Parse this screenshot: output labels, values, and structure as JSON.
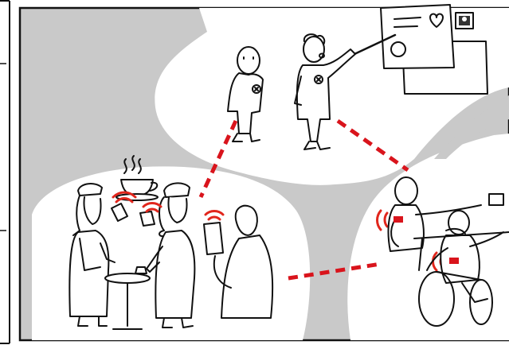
{
  "illustration": {
    "colors": {
      "background_gray": "#c9c9c9",
      "bubble_white": "#ffffff",
      "ink": "#111111",
      "network_red": "#d9141c",
      "signal_red": "#e1261c"
    },
    "scenes": [
      {
        "id": "presentation",
        "icons": [
          "document-heart-icon",
          "photo-icon",
          "pointer-stick-icon"
        ]
      },
      {
        "id": "nurses-break",
        "icons": [
          "coffee-cup-icon",
          "steam-icon",
          "wireless-signal-icon",
          "tablet-icon"
        ]
      },
      {
        "id": "rehab-patients",
        "icons": [
          "wheelchair-icon",
          "wireless-signal-icon"
        ]
      }
    ],
    "connections": [
      "presentation-to-nurses",
      "presentation-to-patients",
      "nurses-to-patients"
    ]
  }
}
